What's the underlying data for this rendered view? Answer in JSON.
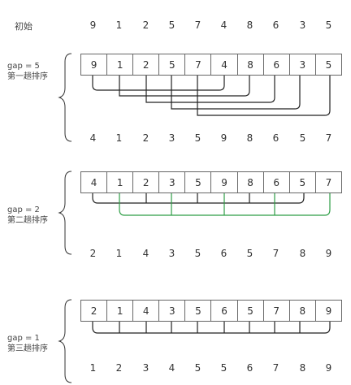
{
  "initial": {
    "label": "初始",
    "values": [
      "9",
      "1",
      "2",
      "5",
      "7",
      "4",
      "8",
      "6",
      "3",
      "5"
    ]
  },
  "passes": [
    {
      "gap_label": "gap = 5",
      "pass_label": "第一趟排序",
      "cells": [
        "9",
        "1",
        "2",
        "5",
        "7",
        "4",
        "8",
        "6",
        "3",
        "5"
      ],
      "result": [
        "4",
        "1",
        "2",
        "3",
        "5",
        "9",
        "8",
        "6",
        "5",
        "7"
      ]
    },
    {
      "gap_label": "gap = 2",
      "pass_label": "第二趟排序",
      "cells": [
        "4",
        "1",
        "2",
        "3",
        "5",
        "9",
        "8",
        "6",
        "5",
        "7"
      ],
      "result": [
        "2",
        "1",
        "4",
        "3",
        "5",
        "6",
        "5",
        "7",
        "8",
        "9"
      ]
    },
    {
      "gap_label": "gap = 1",
      "pass_label": "第三趟排序",
      "cells": [
        "2",
        "1",
        "4",
        "3",
        "5",
        "6",
        "5",
        "7",
        "8",
        "9"
      ],
      "result": [
        "1",
        "2",
        "3",
        "4",
        "5",
        "5",
        "6",
        "7",
        "8",
        "9"
      ]
    }
  ],
  "colors": {
    "group_line": "#222222",
    "group_line_alt": "#2e9e46",
    "cell_border": "#666666"
  }
}
